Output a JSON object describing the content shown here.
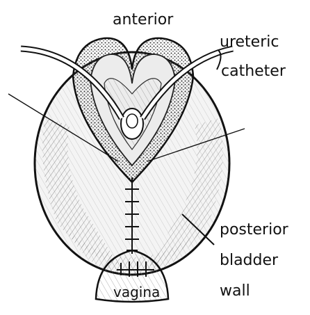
{
  "labels": {
    "anterior": "anterior",
    "ureteric": "ureteric",
    "catheter": "catheter",
    "posterior": "posterior",
    "bladder": "bladder",
    "wall": "wall",
    "vagina": "vagina"
  },
  "colors": {
    "ink": "#111111",
    "paper": "#ffffff",
    "shade": "#9a9a9a"
  }
}
